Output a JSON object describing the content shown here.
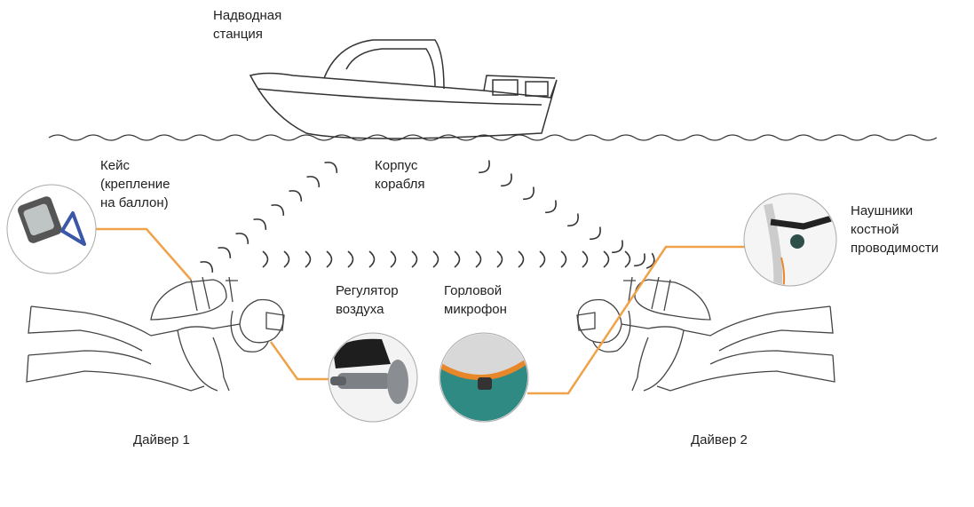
{
  "labels": {
    "surface_station": [
      "Надводная",
      "станция"
    ],
    "ship_hull": [
      "Корпус",
      "корабля"
    ],
    "case": [
      "Кейс",
      "(крепление",
      "на баллон)"
    ],
    "regulator": [
      "Регулятор",
      "воздуха"
    ],
    "throat_mic": [
      "Горловой",
      "микрофон"
    ],
    "bone_headphones": [
      "Наушники",
      "костной",
      "проводимости"
    ],
    "diver1": "Дайвер 1",
    "diver2": "Дайвер 2"
  },
  "colors": {
    "connector": "#f0a24a",
    "line": "#333333"
  }
}
